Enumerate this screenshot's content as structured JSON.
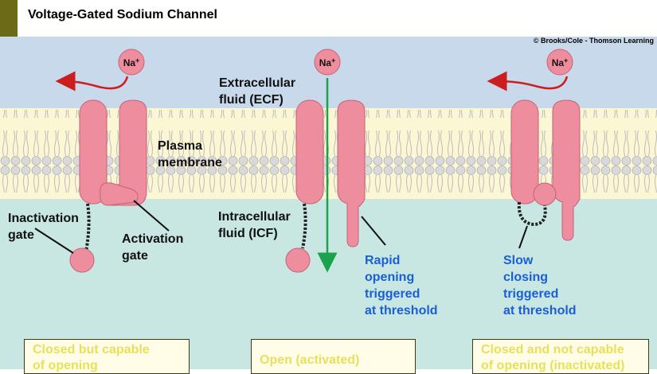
{
  "title": "Voltage-Gated Sodium Channel",
  "credit": "© Brooks/Cole - Thomson Learning",
  "ion_label": "Na+",
  "labels": {
    "ecf": "Extracellular\nfluid (ECF)",
    "membrane": "Plasma\nmembrane",
    "icf": "Intracellular\nfluid (ICF)",
    "inactivation_gate": "Inactivation\ngate",
    "activation_gate": "Activation\ngate",
    "rapid": "Rapid\nopening\ntriggered\nat threshold",
    "slow": "Slow\nclosing\ntriggered\nat threshold"
  },
  "states": {
    "closed": "Closed but capable\nof opening",
    "open": "Open (activated)",
    "inactivated": "Closed and not capable\nof opening (inactivated)"
  },
  "colors": {
    "ecf": "#c9d9ec",
    "membrane": "#fbf6d3",
    "icf": "#c8e6e2",
    "channel": "#ee8d9d",
    "arrow_red": "#cc1e1e",
    "arrow_green": "#1aa34a",
    "blue_text": "#1a5fd6"
  }
}
